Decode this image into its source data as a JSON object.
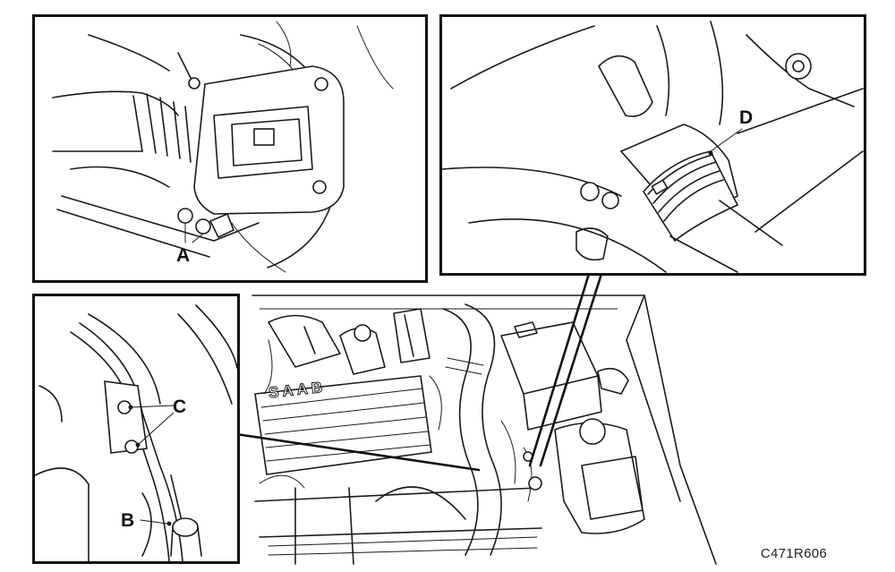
{
  "callouts": {
    "a": "A",
    "b": "B",
    "c": "C",
    "d": "D"
  },
  "figure_code": "C471R606",
  "engine_badge": "SAAB",
  "colors": {
    "line": "#1a1a1a",
    "frame": "#111111",
    "background": "#ffffff"
  }
}
